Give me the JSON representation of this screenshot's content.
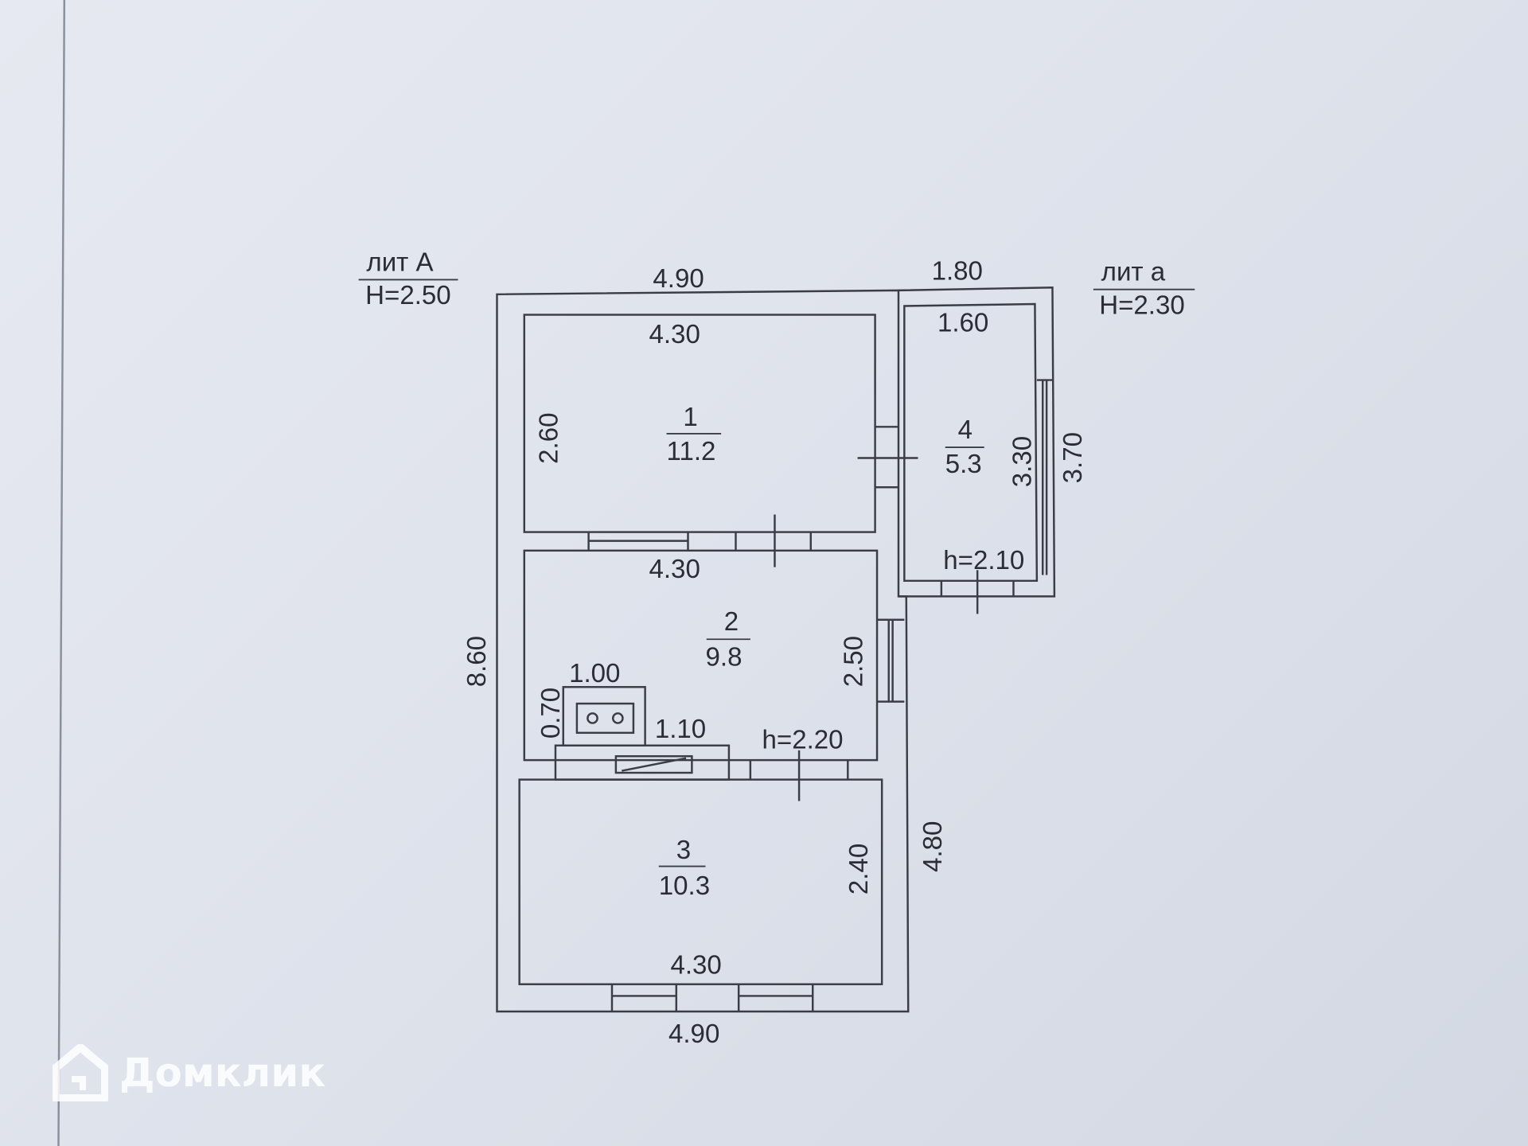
{
  "plan": {
    "lit_A": {
      "label": "лит А",
      "height": "H=2.50"
    },
    "lit_a": {
      "label": "лит а",
      "height": "H=2.30"
    },
    "dimensions": {
      "top_A": "4.90",
      "top_a": "1.80",
      "left_total": "8.60",
      "right_lower": "4.80",
      "right_a": "3.70",
      "bottom": "4.90"
    },
    "rooms": [
      {
        "number": "1",
        "area": "11.2",
        "width_top": "4.30",
        "height": "2.60"
      },
      {
        "number": "2",
        "area": "9.8",
        "width_top": "4.30",
        "height": "2.50",
        "ceiling": "h=2.20"
      },
      {
        "number": "3",
        "area": "10.3",
        "width_bottom": "4.30",
        "height": "2.40"
      },
      {
        "number": "4",
        "area": "5.3",
        "width_top": "1.60",
        "height": "3.30",
        "ceiling": "h=2.10"
      }
    ],
    "stove": {
      "width": "1.00",
      "depth": "0.70",
      "base_width": "1.10"
    }
  },
  "watermark": {
    "brand": "Домклик"
  }
}
